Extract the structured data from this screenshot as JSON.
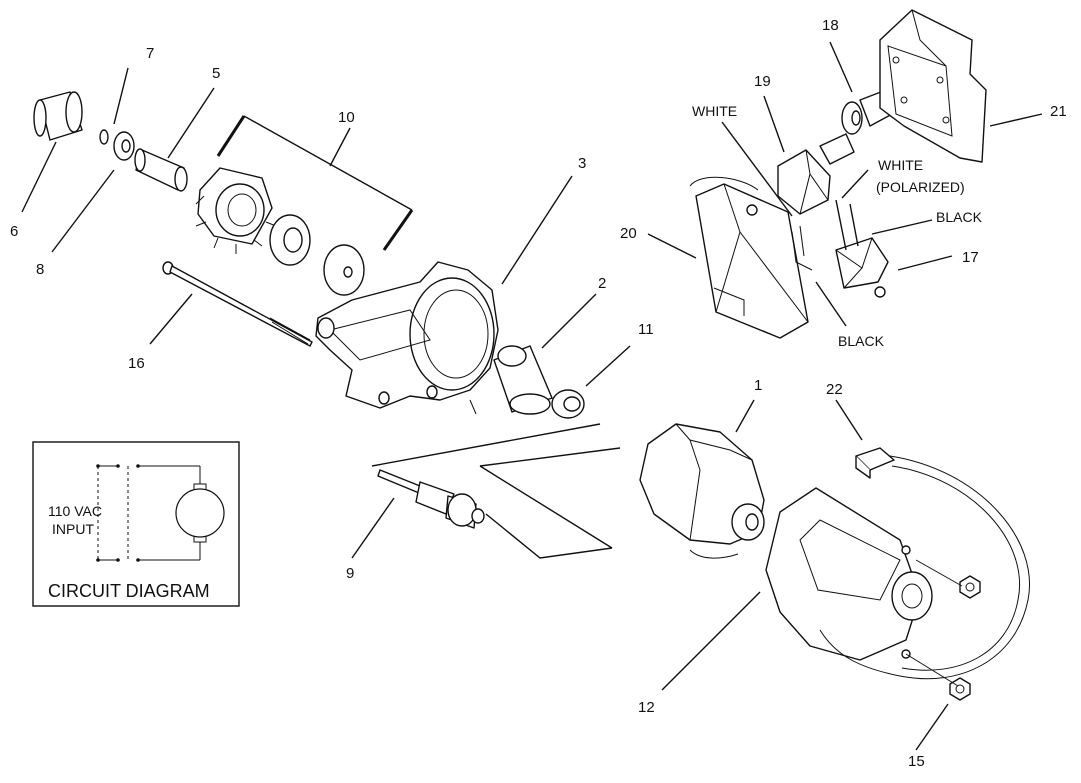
{
  "callouts": {
    "c1": "1",
    "c2": "2",
    "c3": "3",
    "c5": "5",
    "c6": "6",
    "c7": "7",
    "c8": "8",
    "c9": "9",
    "c10": "10",
    "c11": "11",
    "c12": "12",
    "c15": "15",
    "c16": "16",
    "c17": "17",
    "c18": "18",
    "c19": "19",
    "c20": "20",
    "c21": "21",
    "c22": "22"
  },
  "wire_labels": {
    "white": "WHITE",
    "white_polarized_1": "WHITE",
    "white_polarized_2": "(POLARIZED)",
    "black_upper": "BLACK",
    "black_lower": "BLACK"
  },
  "circuit": {
    "input_line1": "110 VAC",
    "input_line2": "INPUT",
    "caption": "CIRCUIT DIAGRAM"
  }
}
